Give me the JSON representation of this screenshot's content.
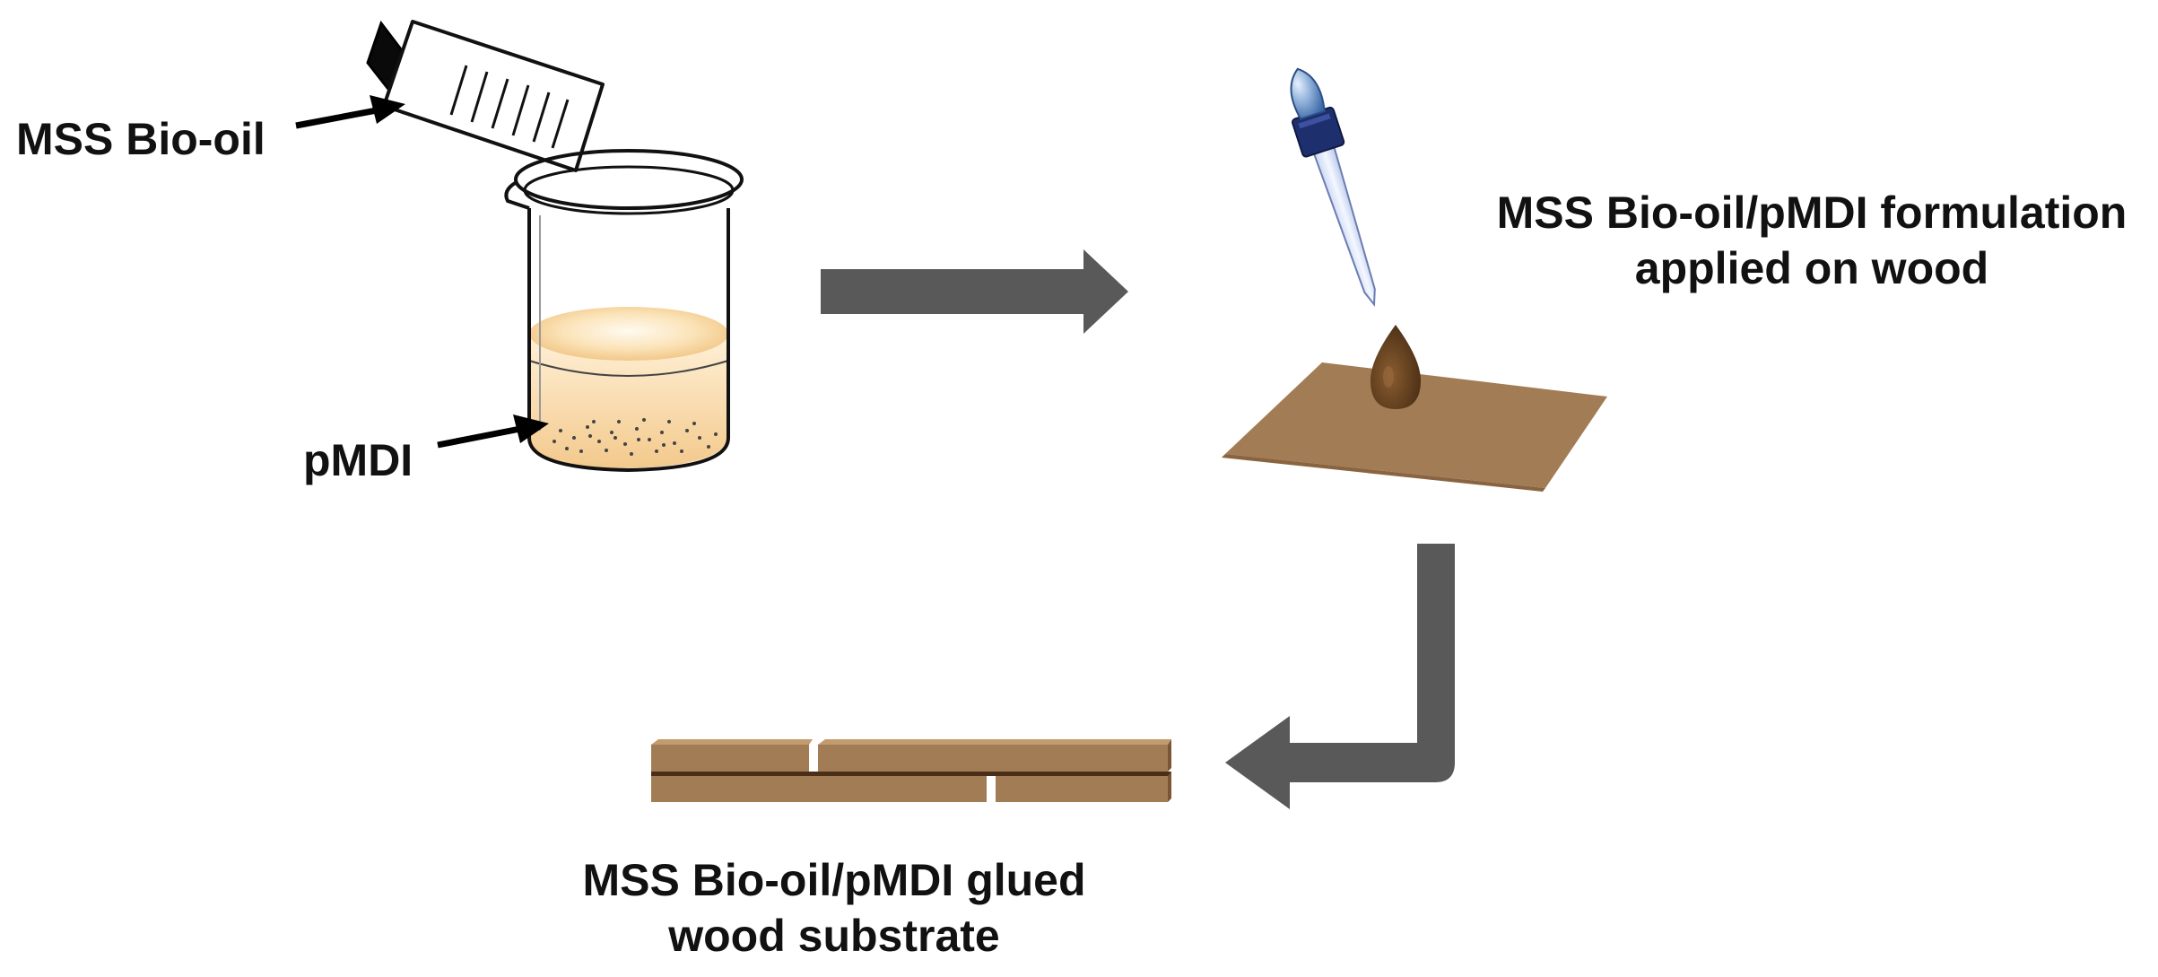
{
  "labels": {
    "bio_oil": "MSS Bio-oil",
    "pmdi": "pMDI",
    "formulation_line1": "MSS Bio-oil/pMDI formulation",
    "formulation_line2": "applied on wood",
    "glued_line1": "MSS Bio-oil/pMDI glued",
    "glued_line2": "wood substrate"
  },
  "colors": {
    "arrow": "#595959",
    "wood": "#a27c54",
    "wood_dark": "#7a5634",
    "drop": "#6b4522",
    "liquid": "#f6d29c",
    "dropper_cap": "#1e2f6e",
    "dropper_bulb": "#8fb0d8"
  }
}
